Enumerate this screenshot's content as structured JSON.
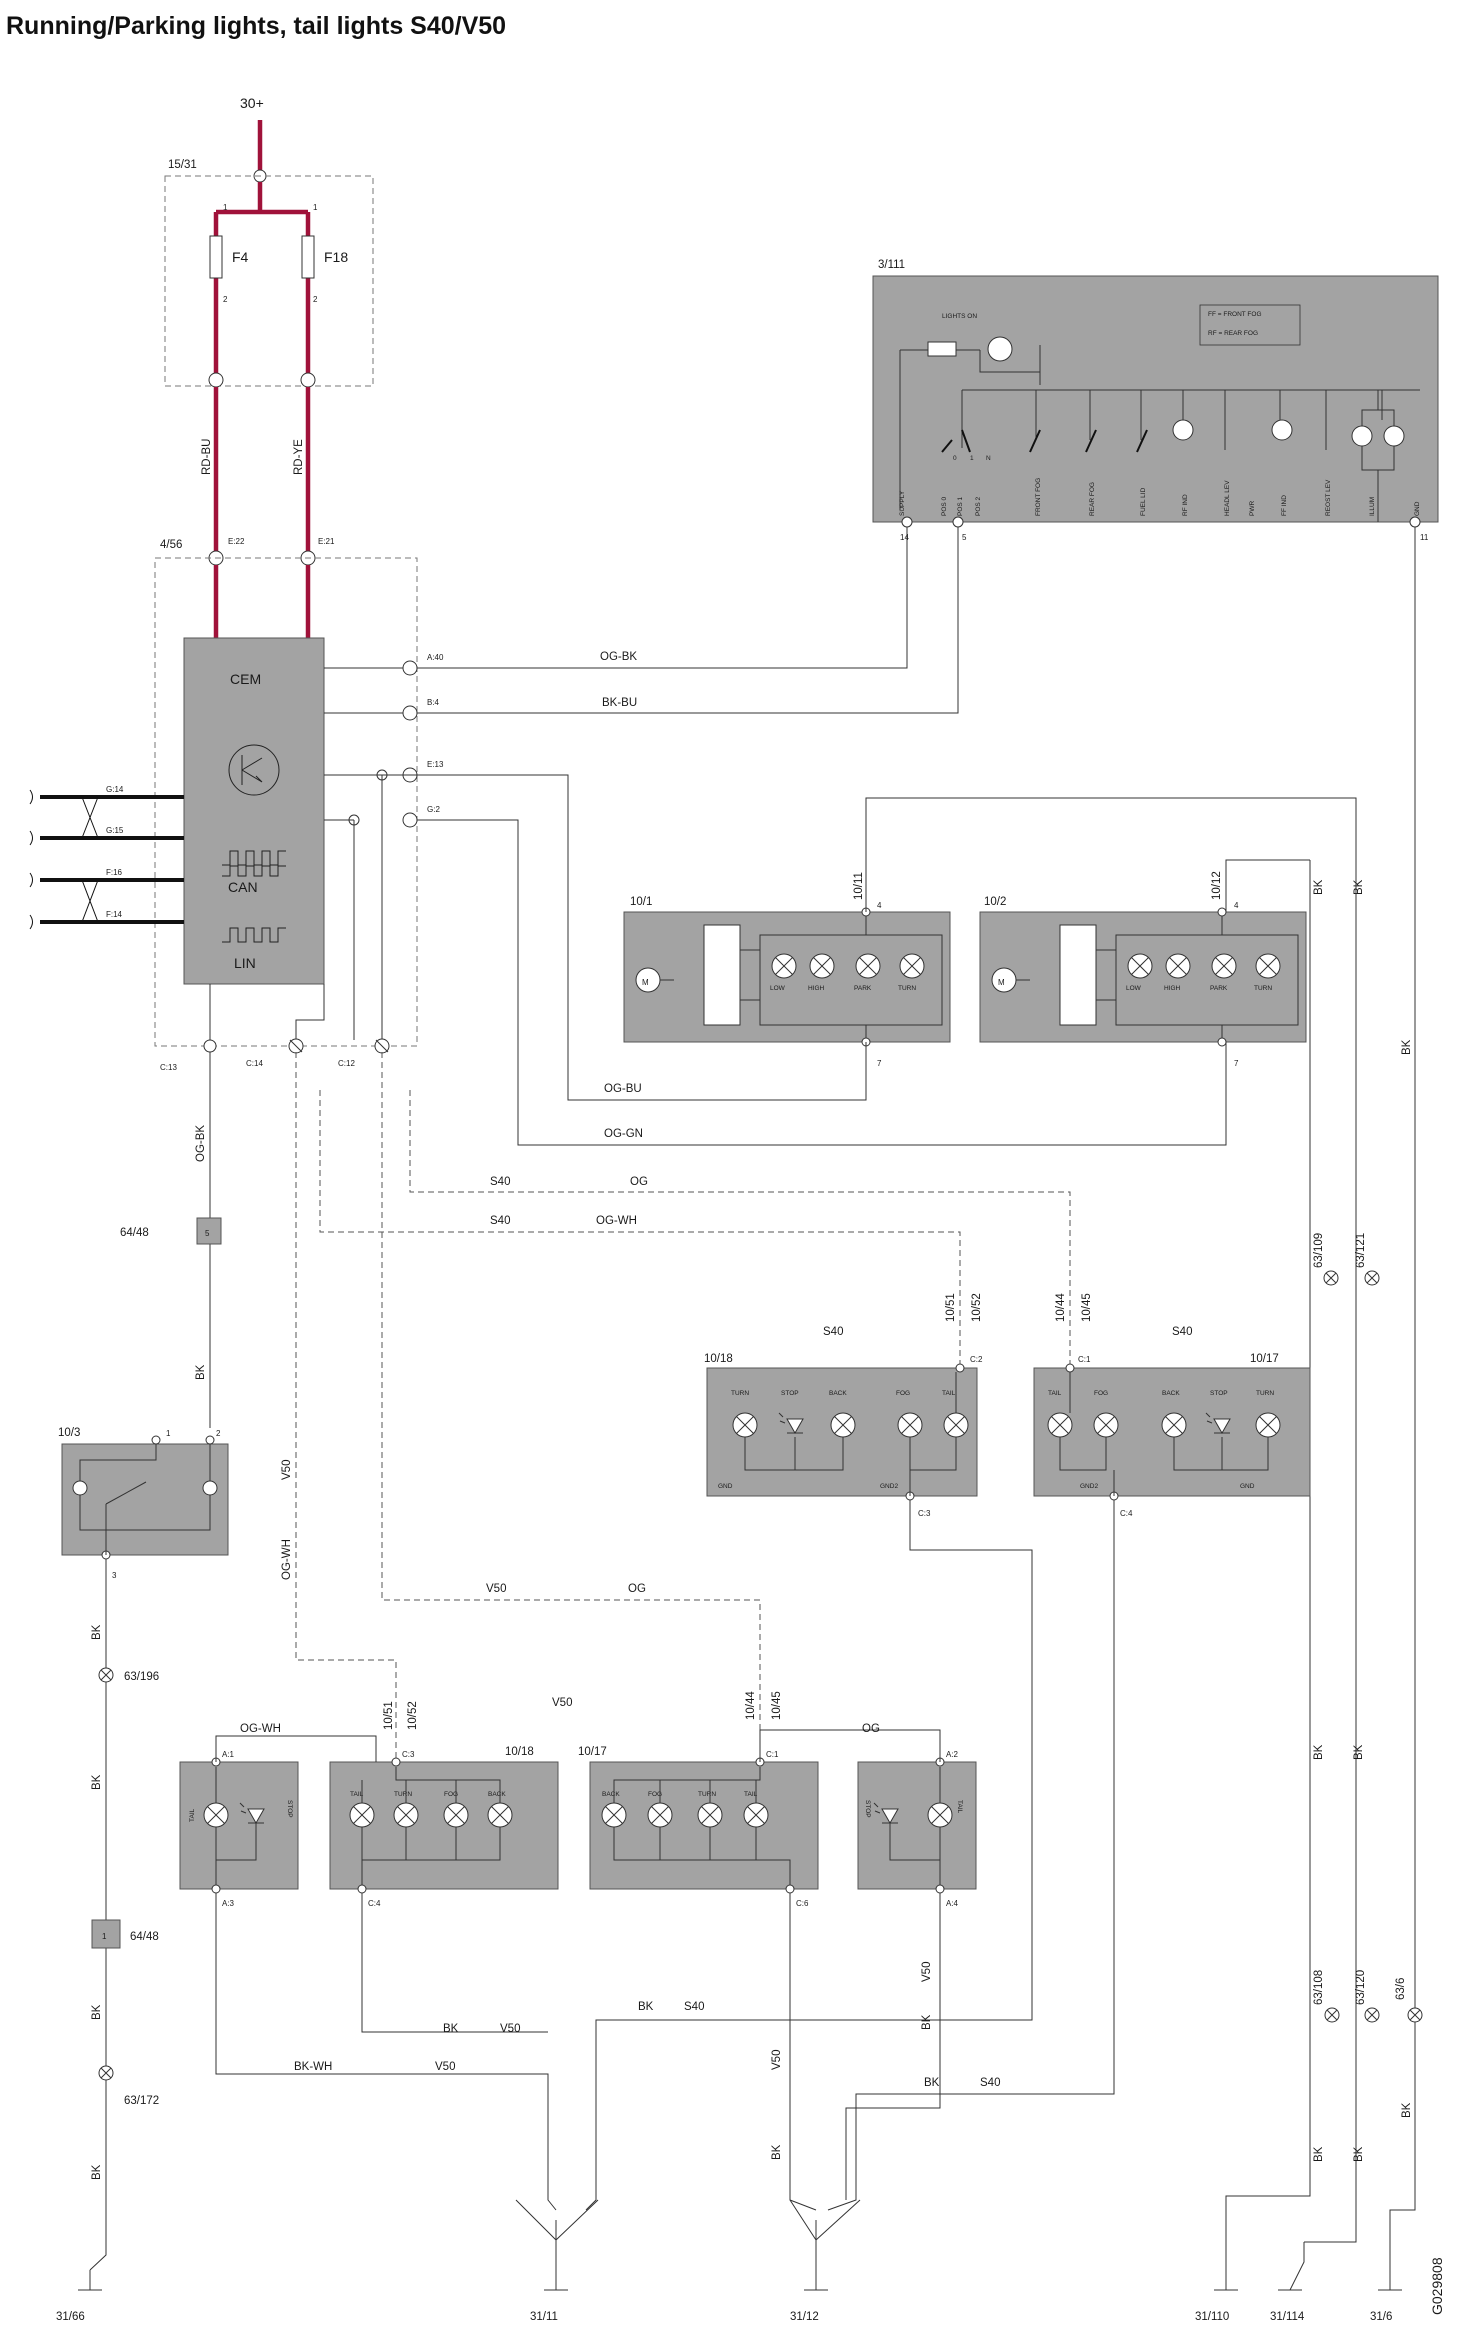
{
  "title": "Running/Parking lights, tail lights S40/V50",
  "doc_code": "G029808",
  "supply": {
    "label": "30+"
  },
  "fuse_box": {
    "ref": "15/31",
    "fuses": [
      "F4",
      "F18"
    ],
    "pin_top": "1",
    "pin_bottom": "2"
  },
  "cem": {
    "ref": "4/56",
    "title": "CEM",
    "can_label": "CAN",
    "lin_label": "LIN",
    "pins_top": [
      "E:22",
      "E:21"
    ],
    "pins_right": [
      "A:40",
      "B:4",
      "E:13",
      "G:2"
    ],
    "pins_left": [
      "G:14",
      "G:15",
      "F:16",
      "F:14"
    ],
    "pins_bottom": [
      "C:13",
      "C:14",
      "C:12"
    ]
  },
  "light_switch": {
    "ref": "3/111",
    "lights_on": "LIGHTS ON",
    "legend": [
      "FF = FRONT FOG",
      "RF = REAR FOG"
    ],
    "pin_labels": [
      "SUPPLY",
      "POS 0",
      "POS 1",
      "POS 2",
      "FRONT FOG",
      "REAR FOG",
      "FUEL LID",
      "RF IND",
      "HEADL LEV",
      "PWR",
      "FF IND",
      "REOST LEV",
      "ILLUM",
      "GND"
    ],
    "switch_positions": [
      "0",
      "1",
      "N"
    ],
    "pins": [
      "14",
      "5",
      "11"
    ]
  },
  "headlamps": [
    {
      "ref": "10/1",
      "pin_ref": "10/11",
      "pin_top": "4",
      "pin_bottom": "7",
      "lamps": [
        "LOW",
        "HIGH",
        "PARK",
        "TURN"
      ]
    },
    {
      "ref": "10/2",
      "pin_ref": "10/12",
      "pin_top": "4",
      "pin_bottom": "7",
      "lamps": [
        "LOW",
        "HIGH",
        "PARK",
        "TURN"
      ]
    }
  ],
  "wires": {
    "red1": "RD-BU",
    "red2": "RD-YE",
    "a40": "OG-BK",
    "b4": "BK-BU",
    "hl1": "OG-BU",
    "hl2": "OG-GN",
    "c13": "OG-BK",
    "bk": "BK",
    "s40": "S40",
    "v50": "V50",
    "og": "OG",
    "ogwh": "OG-WH",
    "bkwh": "BK-WH"
  },
  "junctions": {
    "j6448a": "64/48",
    "j6448a_pin": "5",
    "j6448b": "64/48",
    "j6448b_pin": "1"
  },
  "splices": [
    "63/109",
    "63/121",
    "63/196",
    "63/172",
    "63/108",
    "63/120",
    "63/6"
  ],
  "s40_lamps": {
    "left": {
      "ref": "10/18",
      "model": "S40",
      "refs": [
        "10/51",
        "10/52"
      ],
      "pins": [
        "C:2",
        "C:3"
      ],
      "lamps": [
        "TURN",
        "STOP",
        "BACK",
        "FOG",
        "TAIL"
      ],
      "gnds": [
        "GND",
        "GND2"
      ]
    },
    "right": {
      "ref": "10/17",
      "model": "S40",
      "refs": [
        "10/44",
        "10/45"
      ],
      "pins": [
        "C:1",
        "C:4"
      ],
      "lamps": [
        "TAIL",
        "FOG",
        "BACK",
        "STOP",
        "TURN"
      ],
      "gnds": [
        "GND2",
        "GND"
      ]
    }
  },
  "v50_lamps": {
    "model": "V50",
    "left_refs": [
      "10/51",
      "10/52"
    ],
    "right_refs": [
      "10/44",
      "10/45"
    ],
    "l1": {
      "pins": [
        "A:1",
        "A:3"
      ],
      "lamps": [
        "TAIL",
        "STOP"
      ]
    },
    "l2": {
      "ref": "10/18",
      "pins": [
        "C:3",
        "C:4"
      ],
      "lamps": [
        "TAIL",
        "TURN",
        "FOG",
        "BACK"
      ]
    },
    "l3": {
      "ref": "10/17",
      "pins": [
        "C:1",
        "C:6"
      ],
      "lamps": [
        "BACK",
        "FOG",
        "TURN",
        "TAIL"
      ]
    },
    "l4": {
      "pins": [
        "A:2",
        "A:4"
      ],
      "lamps": [
        "STOP",
        "TAIL"
      ]
    }
  },
  "dimmer": {
    "ref": "10/3",
    "pins": [
      "1",
      "2",
      "3"
    ]
  },
  "grounds": [
    "31/66",
    "31/11",
    "31/12",
    "31/110",
    "31/114",
    "31/6"
  ]
}
